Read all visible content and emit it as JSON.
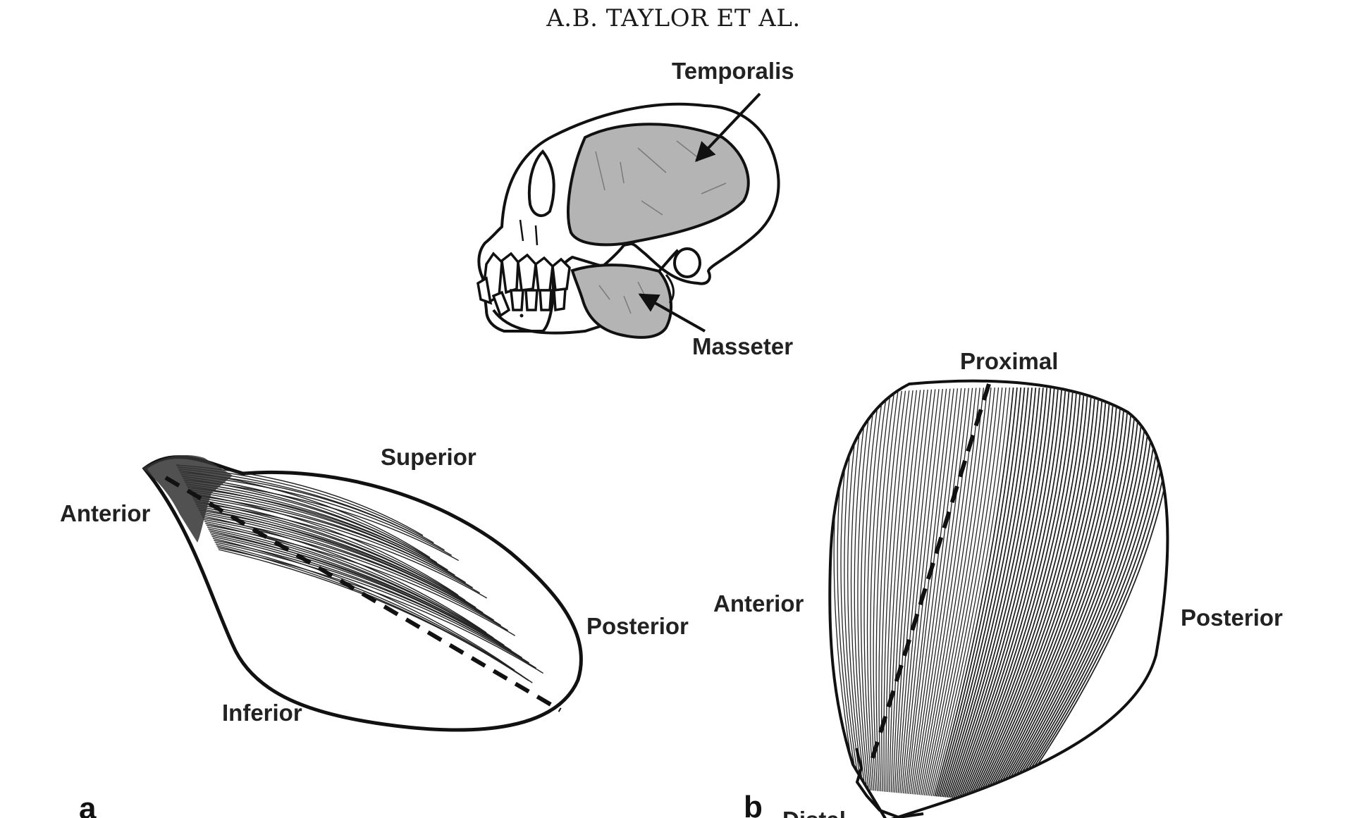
{
  "header": {
    "running_head": "A.B. TAYLOR ET AL."
  },
  "skull": {
    "label_temporalis": "Temporalis",
    "label_masseter": "Masseter"
  },
  "panel_a": {
    "letter": "a",
    "label_superior": "Superior",
    "label_anterior": "Anterior",
    "label_posterior": "Posterior",
    "label_inferior": "Inferior"
  },
  "panel_b": {
    "letter": "b",
    "label_proximal": "Proximal",
    "label_anterior": "Anterior",
    "label_posterior": "Posterior",
    "label_distal": "Distal"
  },
  "colors": {
    "muscle_fill": "#b4b4b4",
    "ink": "#111111",
    "paper": "#ffffff"
  }
}
